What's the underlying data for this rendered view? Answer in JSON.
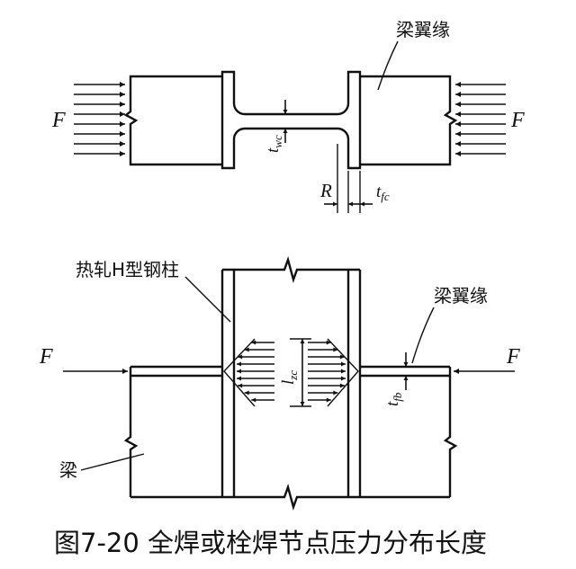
{
  "top_view": {
    "flange_label": "梁翼缘",
    "force_left": "F",
    "force_right": "F",
    "t_wc": {
      "symbol": "t",
      "subscript": "wc"
    },
    "fillet": "R",
    "t_fc": {
      "symbol": "t",
      "subscript": "fc"
    }
  },
  "elevation": {
    "column_label": "热轧H型钢柱",
    "flange_label": "梁翼缘",
    "force_left": "F",
    "force_right": "F",
    "l_zc": {
      "symbol": "l",
      "subscript": "zc"
    },
    "t_fb": {
      "symbol": "t",
      "subscript": "fb"
    },
    "beam_label": "梁"
  },
  "caption": "图7-20 全焊或栓焊节点压力分布长度"
}
